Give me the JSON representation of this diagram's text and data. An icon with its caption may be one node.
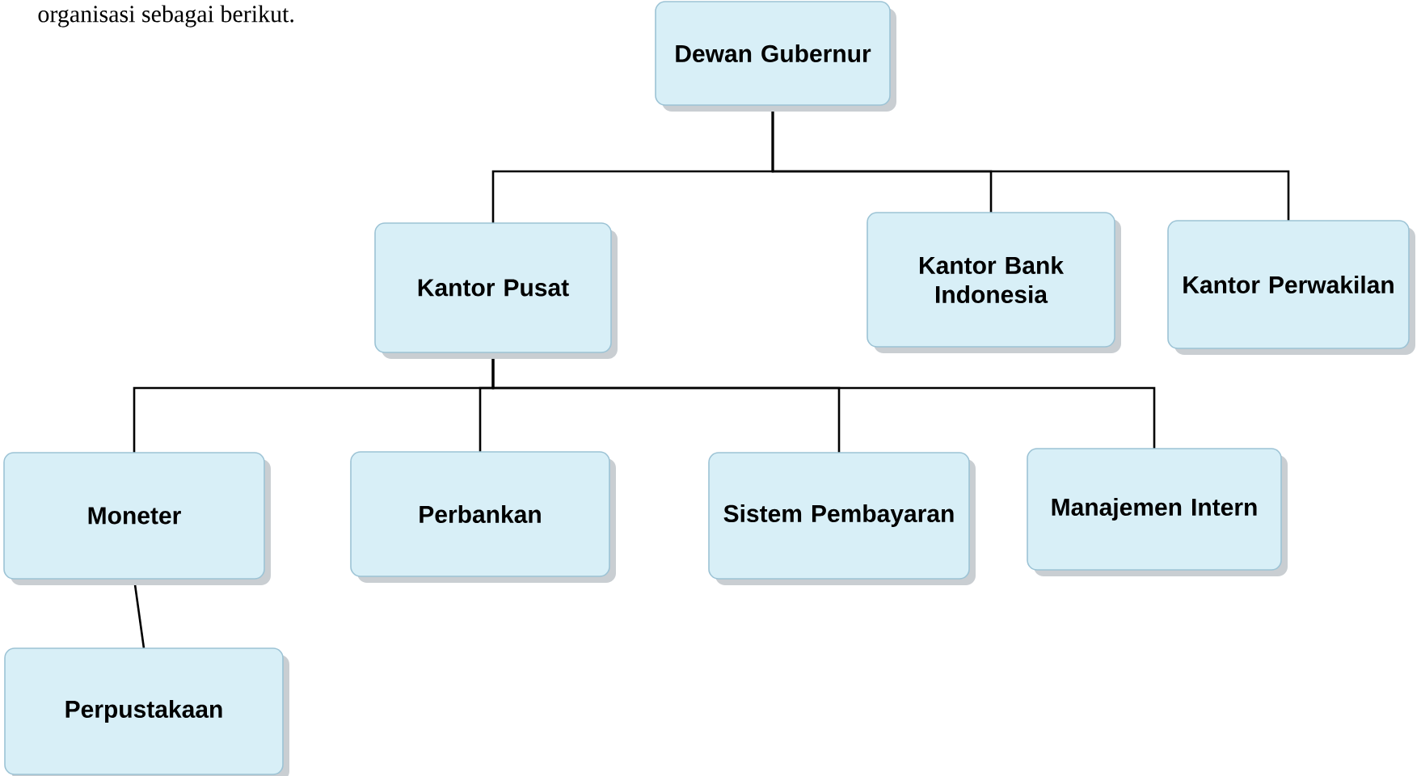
{
  "diagram": {
    "nodes": [
      {
        "text": [
          "Dewan Gubernur"
        ]
      },
      {
        "text": [
          "Kantor Pusat"
        ]
      },
      {
        "text": [
          "Kantor Bank Indonesia"
        ]
      },
      {
        "text": [
          "Kantor Perwakilan"
        ]
      },
      {
        "text": [
          "Moneter"
        ]
      },
      {
        "text": [
          "Perbankan"
        ]
      },
      {
        "text": [
          "Sistem Pembayaran"
        ]
      },
      {
        "text": [
          "Manajemen Intern"
        ]
      },
      {
        "text": [
          "Perpustakaan"
        ]
      }
    ],
    "edges": [
      {
        "from": 0,
        "to": 1,
        "arrow": "none"
      },
      {
        "from": 0,
        "to": 2,
        "arrow": "none"
      },
      {
        "from": 0,
        "to": 3,
        "arrow": "none"
      },
      {
        "from": 1,
        "to": 4,
        "arrow": "none"
      },
      {
        "from": 1,
        "to": 5,
        "arrow": "none"
      },
      {
        "from": 1,
        "to": 6,
        "arrow": "none"
      },
      {
        "from": 1,
        "to": 7,
        "arrow": "none"
      },
      {
        "from": 4,
        "to": 8,
        "arrow": "none"
      }
    ],
    "labels": [
      "organisasi sebagai berikut."
    ]
  }
}
